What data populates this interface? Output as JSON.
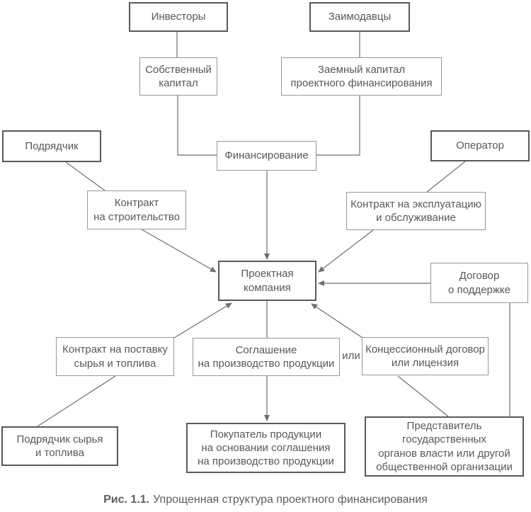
{
  "diagram": {
    "nodes": {
      "investors": {
        "label": "Инвесторы"
      },
      "lenders": {
        "label": "Заимодавцы"
      },
      "equity": {
        "label": "Собственный\nкапитал"
      },
      "debt": {
        "label": "Заемный капитал\nпроектного финансирования"
      },
      "contractor": {
        "label": "Подрядчик"
      },
      "operator": {
        "label": "Оператор"
      },
      "financing": {
        "label": "Финансирование"
      },
      "construction_contract": {
        "label": "Контракт\nна строительство"
      },
      "operation_contract": {
        "label": "Контракт на эксплуатацию\nи обслуживание"
      },
      "project_company": {
        "label": "Проектная\nкомпания"
      },
      "support_agreement": {
        "label": "Договор\nо поддержке"
      },
      "supply_contract": {
        "label": "Контракт на поставку\nсырья и топлива"
      },
      "production_agreement": {
        "label": "Соглашение\nна производство продукции"
      },
      "concession": {
        "label": "Концессионный договор\nили лицензия"
      },
      "fuel_supplier": {
        "label": "Подрядчик сырья\nи топлива"
      },
      "buyer": {
        "label": "Покупатель продукции\nна основании соглашения\nна производство продукции"
      },
      "gov_representative": {
        "label": "Представитель государственных\nорганов власти или другой\nобщественной организации"
      }
    },
    "or_label": "или",
    "caption": {
      "prefix": "Рис. 1.1.",
      "text": "Упрощенная структура проектного финансирования"
    },
    "colors": {
      "background": "#ffffff",
      "line": "#6d6e71",
      "border_strong": "#58595b",
      "border_light": "#97989b",
      "text": "#58585a"
    }
  }
}
